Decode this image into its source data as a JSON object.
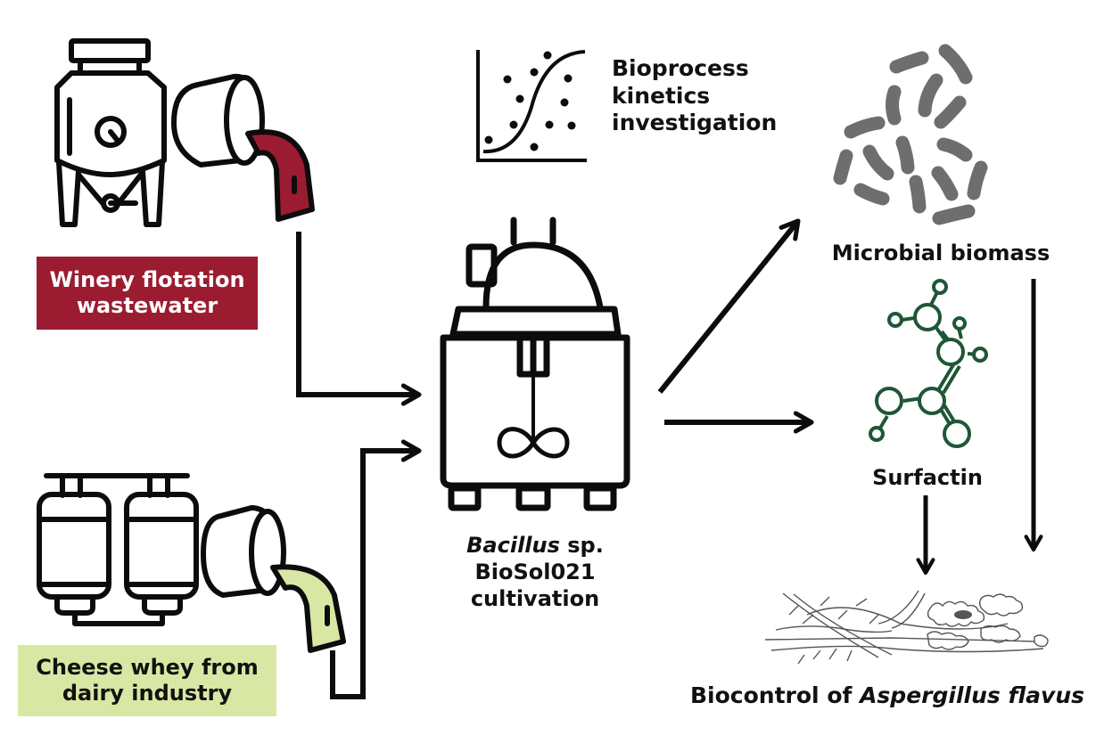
{
  "colors": {
    "wine": "#9b1c31",
    "whey": "#d9e7a4",
    "molecule": "#1e5636",
    "bacteria": "#6e6e6e",
    "line": "#0c0c0c"
  },
  "inputs": {
    "winery": {
      "label_line1": "Winery flotation",
      "label_line2": "wastewater",
      "icon": "wine-tank-icon"
    },
    "whey": {
      "label_line1": "Cheese whey from",
      "label_line2": "dairy industry",
      "icon": "dairy-tanks-icon"
    }
  },
  "kinetics": {
    "line1": "Bioprocess",
    "line2": "kinetics",
    "line3": "investigation",
    "icon": "sigmoid-chart-icon"
  },
  "bioreactor": {
    "genus": "Bacillus",
    "sp": " sp.",
    "strain": "BioSol021",
    "process": "cultivation",
    "icon": "bioreactor-icon"
  },
  "outputs": {
    "biomass": {
      "label": "Microbial biomass",
      "icon": "bacteria-icon"
    },
    "surfactin": {
      "label": "Surfactin",
      "icon": "molecule-icon"
    }
  },
  "application": {
    "prefix": "Biocontrol of ",
    "organism": "Aspergillus flavus",
    "icon": "fungal-mycelium-icon"
  }
}
